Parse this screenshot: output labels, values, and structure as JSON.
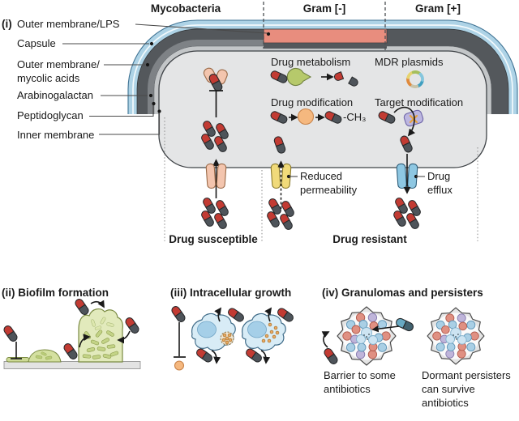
{
  "headers": {
    "mycobacteria": "Mycobacteria",
    "gram_negative": "Gram [-]",
    "gram_positive": "Gram [+]"
  },
  "membrane": {
    "index": "(i)",
    "lps": "Outer membrane/LPS",
    "capsule": "Capsule",
    "om1": "Outer membrane/",
    "om2": "mycolic acids",
    "arabinogalactan": "Arabinogalactan",
    "peptidoglycan": "Peptidoglycan",
    "inner": "Inner membrane"
  },
  "cell": {
    "drug_metabolism": "Drug metabolism",
    "drug_modification": "Drug modification",
    "methyl": "-CH₃",
    "mdr_plasmids": "MDR plasmids",
    "target_modification": "Target modification",
    "reduced1": "Reduced",
    "reduced2": "permeability",
    "efflux1": "Drug",
    "efflux2": "efflux"
  },
  "footer": {
    "susceptible": "Drug susceptible",
    "resistant": "Drug resistant"
  },
  "biofilm": {
    "title": "(ii) Biofilm formation"
  },
  "intracellular": {
    "title": "(iii) Intracellular growth"
  },
  "granuloma": {
    "title": "(iv) Granulomas and persisters",
    "cap1a": "Barrier to some",
    "cap1b": "antibiotics",
    "cap2a": "Dormant persisters",
    "cap2b": "can survive",
    "cap2c": "antibiotics"
  },
  "colors": {
    "capsule_blue": "#aed3e6",
    "membrane_dark": "#54585c",
    "membrane_mid": "#7e8286",
    "membrane_light": "#c3c6c8",
    "cytoplasm": "#e4e5e6",
    "lps_salmon": "#e88d7e",
    "pill_red": "#c23b33",
    "pill_gray": "#4e545a",
    "enzyme_green": "#b6c96b",
    "modifier_orange": "#f5b87f",
    "target_lavender": "#bcb6e0",
    "porin_pink": "#f3c5ae",
    "porin_yellow": "#f0da7a",
    "efflux_blue": "#8ec7e2",
    "biofilm_green": "#e2eabc",
    "macrophage_blue": "#d8ecf6",
    "granuloma_blue": "#a9cfe5",
    "granuloma_salmon": "#e09082",
    "granuloma_lavender": "#bfb5da"
  }
}
